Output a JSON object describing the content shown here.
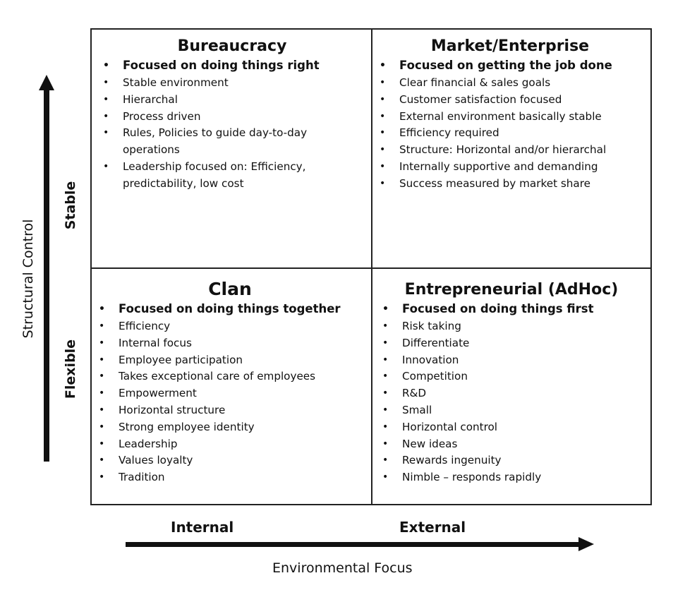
{
  "quadrants": {
    "bureaucracy": {
      "title": "Bureaucracy",
      "items": [
        "Focused on doing things right",
        "Stable environment",
        "Hierarchal",
        "Process driven",
        "Rules, Policies to guide day-to-day operations",
        "Leadership focused on: Efficiency, predictability, low cost"
      ]
    },
    "market": {
      "title": "Market/Enterprise",
      "items": [
        "Focused on getting the job done",
        "Clear financial & sales goals",
        "Customer satisfaction focused",
        "External environment basically stable",
        "Efficiency required",
        "Structure: Horizontal and/or hierarchal",
        "Internally supportive and demanding",
        "Success measured by market share"
      ]
    },
    "clan": {
      "title": "Clan",
      "items": [
        "Focused on doing things together",
        "Efficiency",
        "Internal focus",
        "Employee participation",
        "Takes exceptional care of employees",
        "Empowerment",
        "Horizontal structure",
        "Strong employee identity",
        "Leadership",
        "Values loyalty",
        "Tradition"
      ]
    },
    "entrepreneurial": {
      "title": "Entrepreneurial (AdHoc)",
      "items": [
        "Focused on doing things first",
        "Risk taking",
        "Differentiate",
        "Innovation",
        "Competition",
        "R&D",
        "Small",
        "Horizontal control",
        "New ideas",
        "Rewards ingenuity",
        "Nimble – responds rapidly"
      ]
    }
  },
  "vertical_axis": {
    "title": "Structural Control",
    "top_label": "Stable",
    "bottom_label": "Flexible"
  },
  "horizontal_axis": {
    "title": "Environmental Focus",
    "left_label": "Internal",
    "right_label": "External"
  }
}
